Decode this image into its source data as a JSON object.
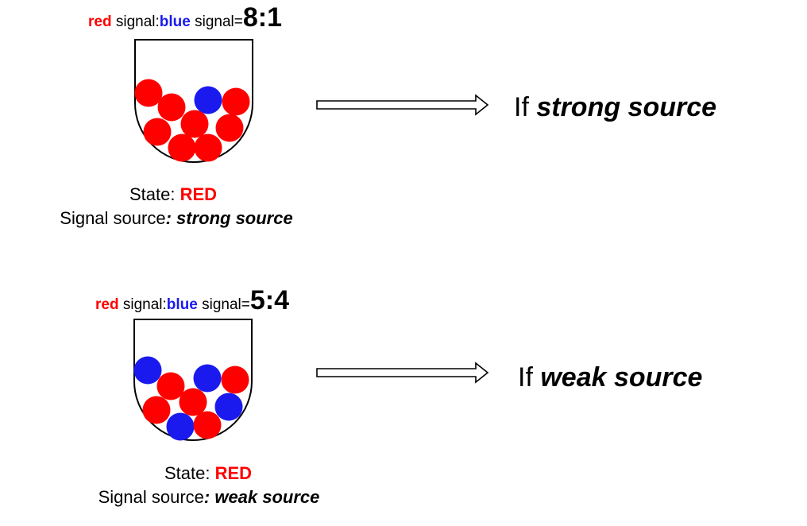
{
  "colors": {
    "red": "#ff0000",
    "blue": "#1a1aef",
    "black": "#000000"
  },
  "panels": [
    {
      "ratio": {
        "red_word": "red",
        "mid_text": " signal:",
        "blue_word": "blue",
        "tail_text": " signal=",
        "value": "8:1"
      },
      "state_label": "State: ",
      "state_value": "RED",
      "source_label": "Signal source",
      "source_value": ": strong source",
      "result_prefix": "If ",
      "result_value": "strong source",
      "balls": [
        "red",
        "red",
        "blue",
        "red",
        "red",
        "red",
        "red",
        "red",
        "red"
      ]
    },
    {
      "ratio": {
        "red_word": "red",
        "mid_text": " signal:",
        "blue_word": "blue",
        "tail_text": " signal=",
        "value": "5:4"
      },
      "state_label": "State: ",
      "state_value": "RED",
      "source_label": "Signal source",
      "source_value": ": weak source",
      "result_prefix": "If ",
      "result_value": "weak source",
      "balls": [
        "blue",
        "red",
        "blue",
        "red",
        "red",
        "red",
        "blue",
        "blue",
        "red"
      ]
    }
  ]
}
